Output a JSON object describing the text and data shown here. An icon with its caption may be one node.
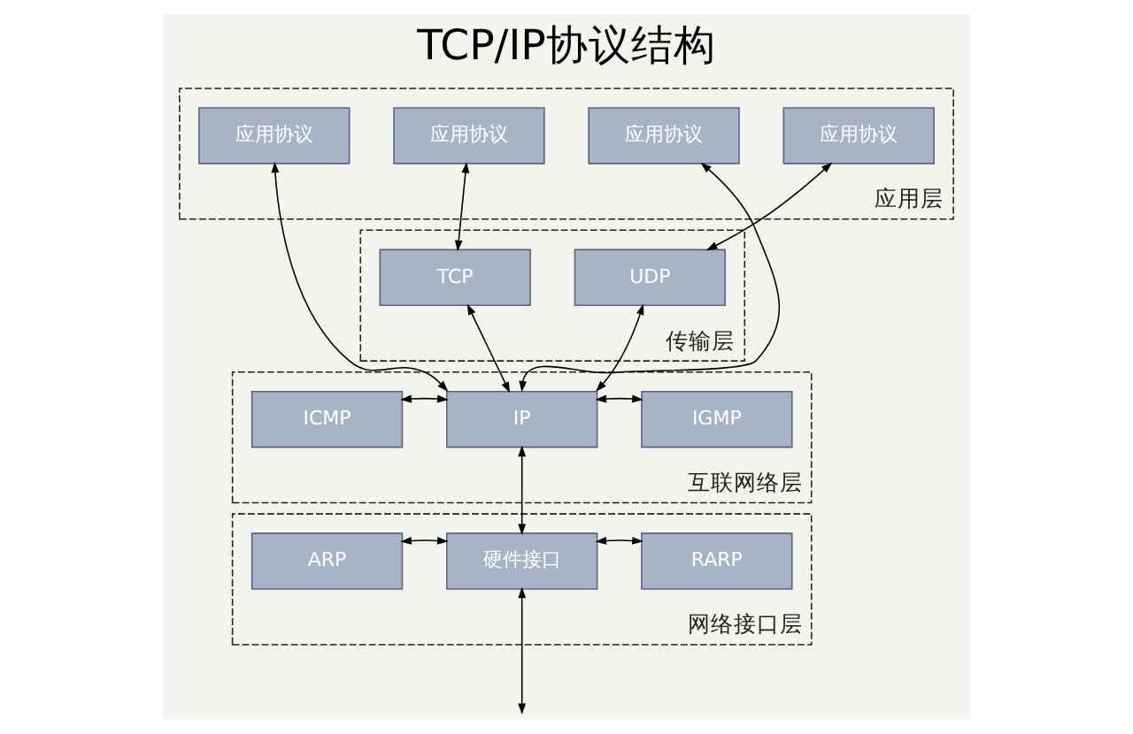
{
  "diagram": {
    "title": "TCP/IP协议结构",
    "nodes": [
      {
        "text": [
          "应用层"
        ]
      },
      {
        "text": [
          "应用协议"
        ],
        "in": 0
      },
      {
        "text": [
          "应用协议"
        ],
        "in": 0
      },
      {
        "text": [
          "应用协议"
        ],
        "in": 0
      },
      {
        "text": [
          "应用协议"
        ],
        "in": 0
      },
      {
        "text": [
          "传输层"
        ]
      },
      {
        "text": [
          "TCP"
        ],
        "in": 5
      },
      {
        "text": [
          "UDP"
        ],
        "in": 5
      },
      {
        "text": [
          "互联网络层"
        ]
      },
      {
        "text": [
          "ICMP"
        ],
        "in": 8
      },
      {
        "text": [
          "IP"
        ],
        "in": 8
      },
      {
        "text": [
          "IGMP"
        ],
        "in": 8
      },
      {
        "text": [
          "网络接口层"
        ]
      },
      {
        "text": [
          "ARP"
        ],
        "in": 12
      },
      {
        "text": [
          "硬件接口"
        ],
        "in": 12
      },
      {
        "text": [
          "RARP"
        ],
        "in": 12
      }
    ],
    "edges": [
      {
        "from": 1,
        "to": 10,
        "arrow": "both"
      },
      {
        "from": 2,
        "to": 6,
        "arrow": "both"
      },
      {
        "from": 3,
        "to": 10,
        "arrow": "both"
      },
      {
        "from": 4,
        "to": 7,
        "arrow": "both"
      },
      {
        "from": 6,
        "to": 10,
        "arrow": "both"
      },
      {
        "from": 7,
        "to": 10,
        "arrow": "both"
      },
      {
        "from": 9,
        "to": 10,
        "arrow": "both"
      },
      {
        "from": 10,
        "to": 11,
        "arrow": "both"
      },
      {
        "from": 10,
        "to": 14,
        "arrow": "both"
      },
      {
        "from": 13,
        "to": 14,
        "arrow": "both"
      },
      {
        "from": 14,
        "to": 15,
        "arrow": "both"
      },
      {
        "from": 14,
        "to": null,
        "arrow": "both"
      }
    ]
  }
}
